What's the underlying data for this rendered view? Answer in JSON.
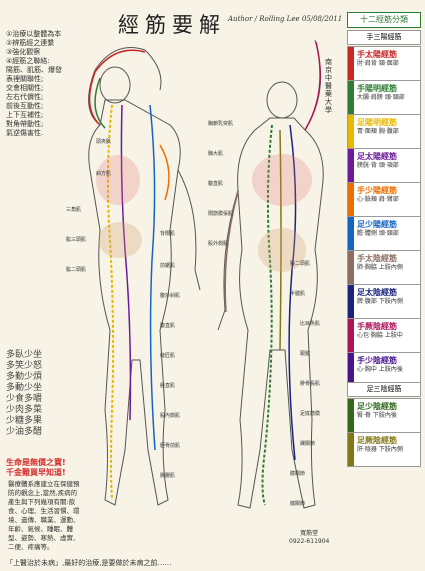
{
  "title": "經筋要解",
  "author_line": "Author / Rolling Lee  05/08/2011",
  "intro_lines": [
    "①治療以整體為本",
    "②辨筋經之連繫",
    "③強化觀察",
    "④經筋之聯絡:",
    "  陽筋、肌筋、爆發",
    "  表裡關聯性;",
    "  交會相關性;",
    "  左右代償性;",
    "  前後互動性;",
    "  上下互補性;",
    "  對角帶動性;",
    "  氣逆傷害性."
  ],
  "vertical_text": "南京 中醫藥 大學",
  "legend": {
    "header": "十二經筋分類",
    "yang_header": "手三陽經筋",
    "yin_header": "足三陰經筋",
    "items": [
      {
        "name": "手太陽經筋",
        "desc": "肘·肩背 頸·面部",
        "color": "#c62828"
      },
      {
        "name": "手陽明經筋",
        "desc": "大腸·肩膀 頭·頸部",
        "color": "#2e7d32"
      },
      {
        "name": "足陽明經筋",
        "desc": "胃·面頰 胸·腹部",
        "color": "#e6b800"
      },
      {
        "name": "足太陽經筋",
        "desc": "膀胱·背 頭·項部",
        "color": "#6a1b9a"
      },
      {
        "name": "手少陽經筋",
        "desc": "心·臉頰 肩·臂部",
        "color": "#ef6c00"
      },
      {
        "name": "足少陽經筋",
        "desc": "膽·體側 頭·頸部",
        "color": "#1565c0"
      },
      {
        "name": "手太陰經筋",
        "desc": "肺·胸脇 上肢內側",
        "color": "#8d6e63"
      },
      {
        "name": "足太陰經筋",
        "desc": "脾·腹部 下肢內側",
        "color": "#1a237e"
      },
      {
        "name": "手厥陰經筋",
        "desc": "心包·胸脇 上肢中",
        "color": "#ad1457"
      },
      {
        "name": "手少陰經筋",
        "desc": "心·胸中 上肢內後",
        "color": "#4a148c"
      },
      {
        "name": "足少陰經筋",
        "desc": "腎·脊 下肢內後",
        "color": "#33691e"
      },
      {
        "name": "足厥陰經筋",
        "desc": "肝·陰器 下肢內側",
        "color": "#827717"
      }
    ]
  },
  "rules": [
    "多臥少坐",
    "多笑少怒",
    "多勤少煩",
    "多動少坐",
    "少食多嚼",
    "少肉多菜",
    "少糖多果",
    "少油多醋"
  ],
  "slogan": [
    "生命是無價之寶!",
    "千金難買早知道!"
  ],
  "bottom_text": "醫療體系應建立在保健預防的觀念上,當然,疾病的產生與下列幾項有關:飲食、心理、生活習慣、環境、遺傳、職業、運動、年齡、氣候、睡眠、體型、姿勢、寒熱、虛實、二便、疼痛等。",
  "footer": "「上醫治於未病」,最好的治療,是要做於未病之前……",
  "stamp": [
    "寬筋堂",
    "0922-611904"
  ],
  "body_labels_left": [
    "頭夾肌",
    "斜方肌",
    "三角肌",
    "肱三頭肌",
    "肱二頭肌",
    "背闊肌",
    "前鋸肌",
    "腹外斜肌",
    "腹直肌",
    "縫匠肌",
    "股直肌",
    "股內側肌",
    "脛骨前肌",
    "腓腸肌"
  ],
  "body_labels_right": [
    "胸鎖乳突肌",
    "胸大肌",
    "腹直肌",
    "闊筋膜張肌",
    "股外側肌",
    "股二頭肌",
    "半腱肌",
    "比目魚肌",
    "跟腱",
    "腓骨長肌",
    "足底筋膜",
    "踝關節",
    "膝關節",
    "髖關節"
  ]
}
